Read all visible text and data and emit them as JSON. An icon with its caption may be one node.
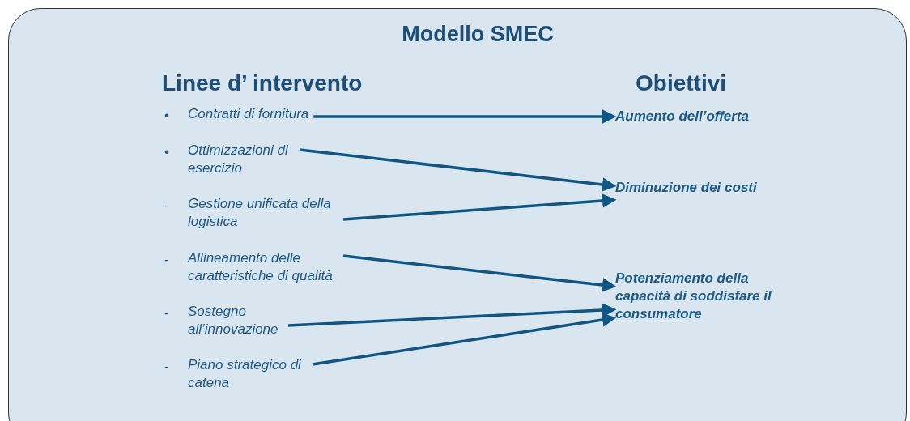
{
  "diagram": {
    "title": "Modello SMEC",
    "nodes": [
      {
        "text": [
          "Contratti di fornitura"
        ]
      },
      {
        "text": [
          "Ottimizzazioni di esercizio"
        ]
      },
      {
        "text": [
          "Gestione unificata della logistica"
        ]
      },
      {
        "text": [
          "Allineamento delle caratteristiche di qualità"
        ]
      },
      {
        "text": [
          "Sostegno all’innovazione"
        ]
      },
      {
        "text": [
          "Piano strategico di catena"
        ]
      },
      {
        "text": [
          "Aumento dell’offerta"
        ]
      },
      {
        "text": [
          "Diminuzione dei costi"
        ]
      },
      {
        "text": [
          "Potenziamento della capacità di soddisfare il consumatore"
        ]
      }
    ],
    "edges": [
      {
        "from": 0,
        "to": 6,
        "arrow": "to"
      },
      {
        "from": 1,
        "to": 7,
        "arrow": "to"
      },
      {
        "from": 2,
        "to": 7,
        "arrow": "to"
      },
      {
        "from": 3,
        "to": 8,
        "arrow": "to"
      },
      {
        "from": 4,
        "to": 8,
        "arrow": "to"
      },
      {
        "from": 5,
        "to": 8,
        "arrow": "to"
      }
    ],
    "labels": [
      "Linee d’ intervento",
      "Obiettivi",
      "•",
      "•",
      "-",
      "-",
      "-",
      "-"
    ]
  }
}
